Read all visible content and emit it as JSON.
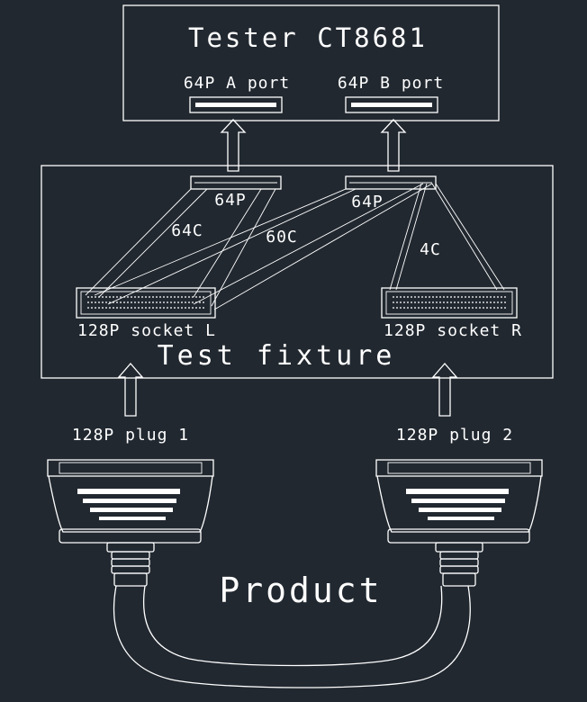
{
  "tester": {
    "title": "Tester CT8681",
    "port_a": "64P A port",
    "port_b": "64P B port"
  },
  "fixture": {
    "title": "Test fixture",
    "connector_left": "64P",
    "connector_right": "64P",
    "wire_64c": "64C",
    "wire_60c": "60C",
    "wire_4c": "4C",
    "socket_left": "128P socket L",
    "socket_right": "128P socket R"
  },
  "product": {
    "title": "Product",
    "plug_1": "128P plug 1",
    "plug_2": "128P plug 2"
  },
  "colors": {
    "background": "#212830",
    "line": "#ffffff"
  }
}
